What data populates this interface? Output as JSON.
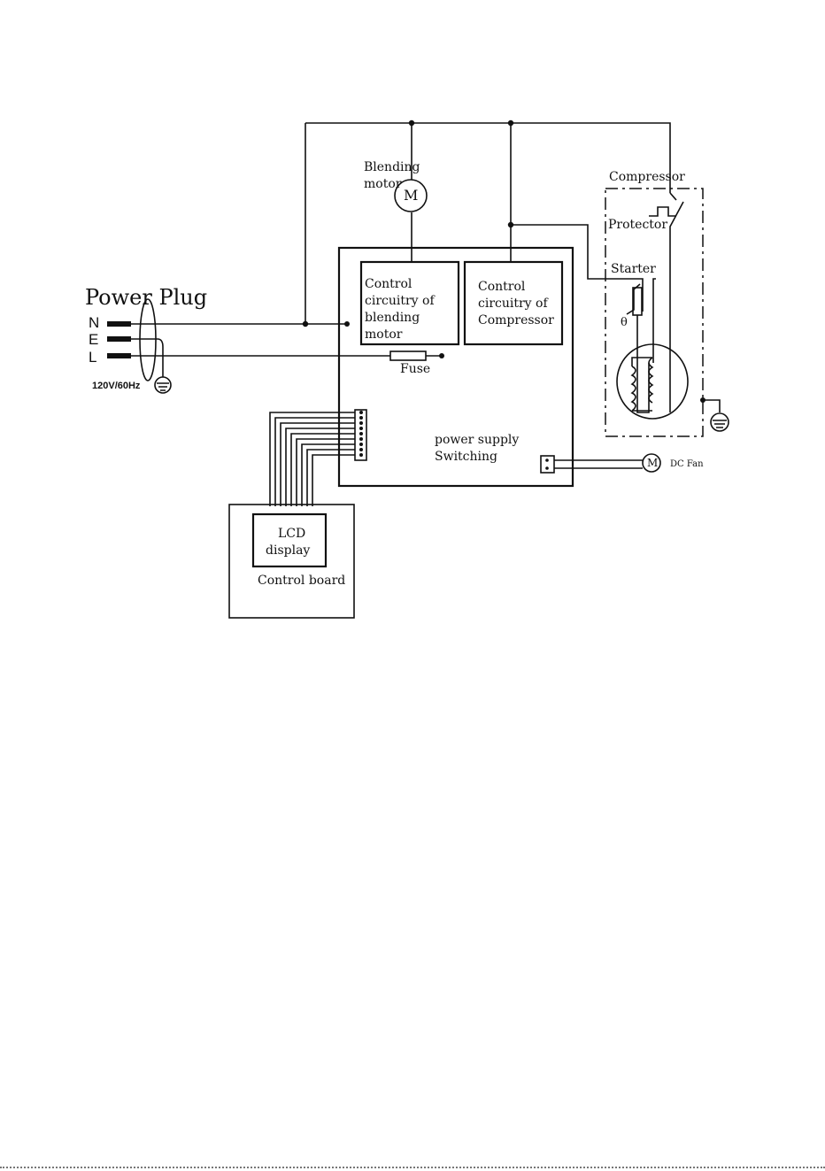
{
  "power_plug": {
    "title": "Power Plug",
    "neutral": "N",
    "earth": "E",
    "line": "L",
    "rating": "120V/60Hz"
  },
  "blending_motor": {
    "label_line1": "Blending",
    "label_line2": "motor",
    "symbol": "M"
  },
  "blending_control": {
    "line1": "Control",
    "line2": "circuitry of",
    "line3": "blending",
    "line4": "motor"
  },
  "compressor_control": {
    "line1": "Control",
    "line2": "circuitry of",
    "line3": "Compressor"
  },
  "fuse": {
    "label": "Fuse"
  },
  "power_supply": {
    "line1": "power supply",
    "line2": "Switching"
  },
  "dc_fan": {
    "symbol": "M",
    "label": "DC Fan"
  },
  "compressor_unit": {
    "title": "Compressor",
    "protector": "Protector",
    "starter": "Starter",
    "theta": "θ"
  },
  "control_board": {
    "lcd_line1": "LCD",
    "lcd_line2": "display",
    "label": "Control board"
  },
  "icons": [
    "ground-icon",
    "motor-icon",
    "fuse-icon",
    "ptc-thermistor-icon",
    "motor-winding-icon",
    "connector-icon"
  ]
}
